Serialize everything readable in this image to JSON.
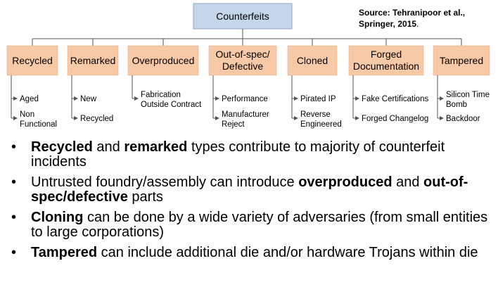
{
  "diagram": {
    "root": "Counterfeits",
    "categories": [
      {
        "label": [
          "Recycled"
        ],
        "items": [
          [
            "Aged"
          ],
          [
            "Non",
            "Functional"
          ]
        ]
      },
      {
        "label": [
          "Remarked"
        ],
        "items": [
          [
            "New"
          ],
          [
            "Recycled"
          ]
        ]
      },
      {
        "label": [
          "Overproduced"
        ],
        "items": [
          [
            "Fabrication",
            "Outside Contract"
          ]
        ]
      },
      {
        "label": [
          "Out-of-spec/",
          "Defective"
        ],
        "items": [
          [
            "Performance"
          ],
          [
            "Manufacturer",
            "Reject"
          ]
        ]
      },
      {
        "label": [
          "Cloned"
        ],
        "items": [
          [
            "Pirated IP"
          ],
          [
            "Reverse",
            "Engineered"
          ]
        ]
      },
      {
        "label": [
          "Forged",
          "Documentation"
        ],
        "items": [
          [
            "Fake Certifications"
          ],
          [
            "Forged Changelog"
          ]
        ]
      },
      {
        "label": [
          "Tampered"
        ],
        "items": [
          [
            "Silicon Time",
            "Bomb"
          ],
          [
            "Backdoor"
          ]
        ]
      }
    ],
    "colors": {
      "root_fill": "#c5d5ea",
      "category_fill": "#f7c9a6",
      "line": "#555555"
    }
  },
  "source": {
    "line1": "Source: Tehranipoor et al.,",
    "line2": "Springer, 2015",
    "line2_suffix": "."
  },
  "bullets": [
    [
      {
        "t": "Recycled",
        "b": true
      },
      {
        "t": " and ",
        "b": false
      },
      {
        "t": "remarked",
        "b": true
      },
      {
        "t": " types contribute to majority of counterfeit incidents",
        "b": false
      }
    ],
    [
      {
        "t": "Untrusted foundry/assembly can introduce ",
        "b": false
      },
      {
        "t": "overproduced",
        "b": true
      },
      {
        "t": " and ",
        "b": false
      },
      {
        "t": "out-of-spec/defective",
        "b": true
      },
      {
        "t": " parts",
        "b": false
      }
    ],
    [
      {
        "t": "Cloning",
        "b": true
      },
      {
        "t": " can be done by a wide variety of adversaries (from small entities to large corporations)",
        "b": false
      }
    ],
    [
      {
        "t": "Tampered",
        "b": true
      },
      {
        "t": " can include additional die and/or hardware Trojans within die",
        "b": false
      }
    ]
  ],
  "bullet_symbol": "•"
}
